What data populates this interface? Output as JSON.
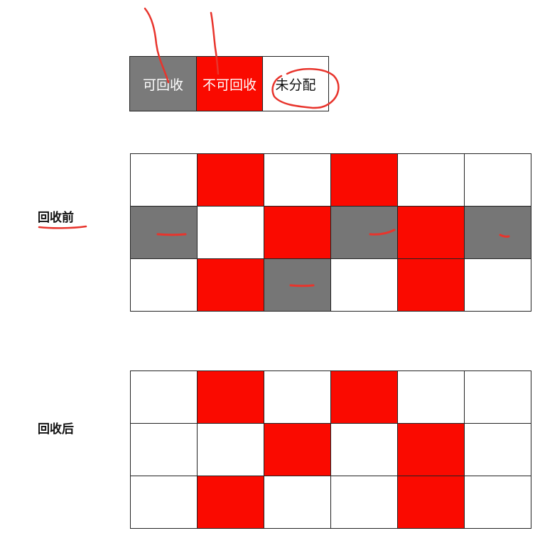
{
  "legend": {
    "reclaimable": "可回收",
    "non_reclaimable": "不可回收",
    "unallocated": "未分配"
  },
  "colors": {
    "reclaimable": "#767676",
    "non_reclaimable": "#fa0a00",
    "unallocated": "#ffffff",
    "annotation": "#e8342c"
  },
  "before": {
    "label": "回收前",
    "cells": [
      [
        "unallocated",
        "non_reclaimable",
        "unallocated",
        "non_reclaimable",
        "unallocated",
        "unallocated"
      ],
      [
        "reclaimable",
        "unallocated",
        "non_reclaimable",
        "reclaimable",
        "non_reclaimable",
        "reclaimable"
      ],
      [
        "unallocated",
        "non_reclaimable",
        "reclaimable",
        "unallocated",
        "non_reclaimable",
        "unallocated"
      ]
    ]
  },
  "after": {
    "label": "回收后",
    "cells": [
      [
        "unallocated",
        "non_reclaimable",
        "unallocated",
        "non_reclaimable",
        "unallocated",
        "unallocated"
      ],
      [
        "unallocated",
        "unallocated",
        "non_reclaimable",
        "unallocated",
        "non_reclaimable",
        "unallocated"
      ],
      [
        "unallocated",
        "non_reclaimable",
        "unallocated",
        "unallocated",
        "non_reclaimable",
        "unallocated"
      ]
    ]
  }
}
